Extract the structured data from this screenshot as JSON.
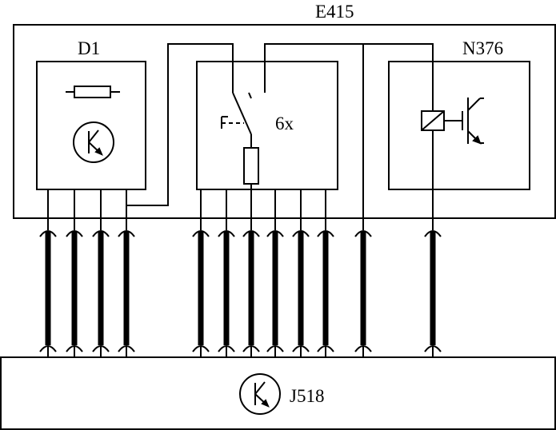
{
  "labels": {
    "outer": "E415",
    "d1": "D1",
    "relay_count": "6x",
    "n376": "N376",
    "j518": "J518"
  },
  "connectors": {
    "top_row": 12,
    "bottom_row": 12
  },
  "colors": {
    "line": "#000000",
    "background": "#ffffff"
  },
  "icons": [
    "resistor-icon",
    "key-antenna-icon",
    "switch-icon",
    "relay-coil-icon",
    "transistor-icon"
  ]
}
